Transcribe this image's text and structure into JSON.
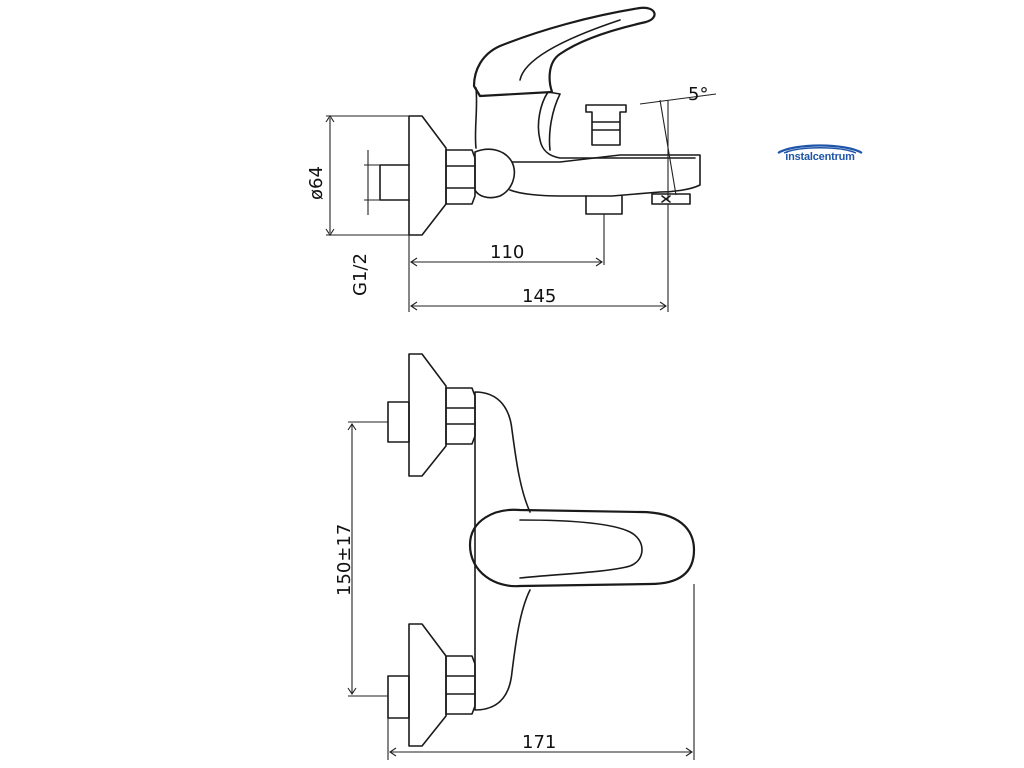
{
  "logo": {
    "text": "instalcentrum",
    "color": "#1f55a8"
  },
  "dimensions": {
    "diameter": "ø64",
    "thread": "G1/2",
    "spout_length": "110",
    "total_length": "145",
    "spout_angle": "5°",
    "center_distance": "150±17",
    "total_width": "171"
  }
}
